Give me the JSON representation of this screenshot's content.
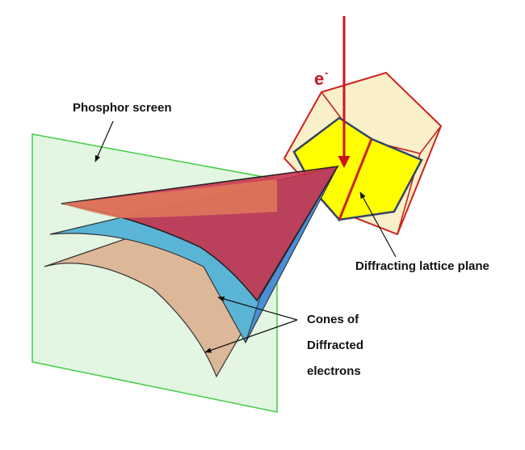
{
  "labels": {
    "electron": "e",
    "electron_charge": "-",
    "phosphor_screen": "Phosphor screen",
    "lattice_plane": "Diffracting lattice plane",
    "cones_line1": "Cones of",
    "cones_line2": "Diffracted",
    "cones_line3": "electrons"
  },
  "colors": {
    "beam": "#cc1122",
    "screen_fill": "#d8f3d8",
    "screen_stroke": "#44cc44",
    "cone_red": "#c8304a",
    "cone_orange": "#e07a5a",
    "cone_blue": "#5ab4d6",
    "cone_blue_dark": "#4a8fd8",
    "cone_tan": "#dcb898",
    "crystal_fill": "#f6e8b0",
    "crystal_stroke": "#cc2222",
    "lattice_fill": "#ffff00",
    "lattice_stroke": "#334466",
    "label_text": "#111111"
  }
}
